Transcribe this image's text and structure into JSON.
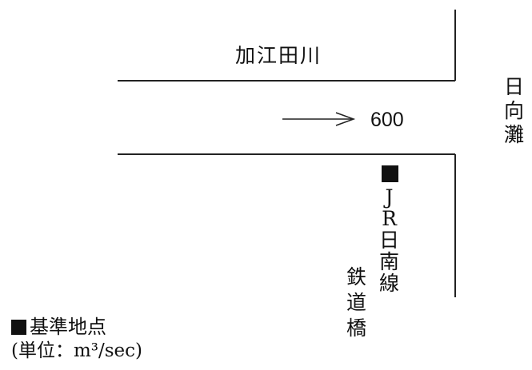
{
  "river": {
    "name": "加江田川"
  },
  "flow": {
    "value": "600"
  },
  "sea": {
    "chars": [
      "日",
      "向",
      "灘"
    ]
  },
  "bridge": {
    "col1_chars": [
      "J",
      "R",
      "日",
      "南",
      "線"
    ],
    "col2_chars": [
      "鉄",
      "道",
      "橋"
    ]
  },
  "legend": {
    "marker_label": "基準地点",
    "unit": "(単位：m³/sec)"
  },
  "icons": {
    "reference_point_marker": "black-square",
    "flow_direction": "right-arrow"
  }
}
